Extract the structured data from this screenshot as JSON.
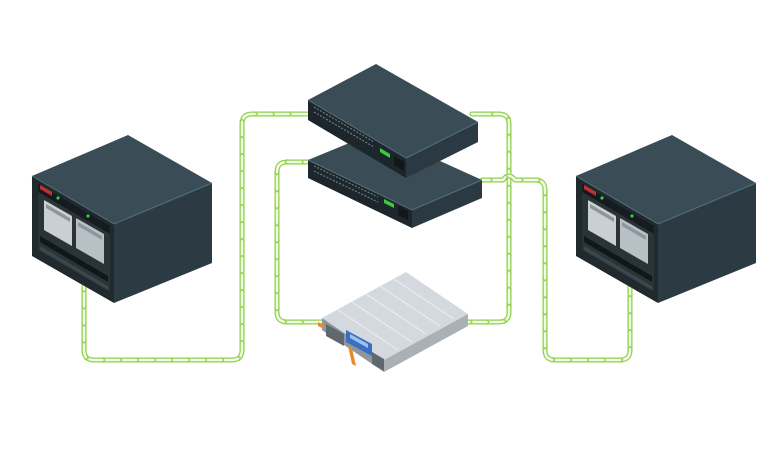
{
  "canvas": {
    "background": "#ffffff"
  },
  "colors": {
    "cable_outer": "#8fd24a",
    "cable_inner": "#f4fbe8",
    "device_top": "#3a4c56",
    "device_left": "#1d262b",
    "device_right": "#2b3a42",
    "led_green": "#3bcc3b",
    "badge_red": "#c0322a",
    "storage_top": "#d3d9de",
    "storage_side": "#9aa3aa",
    "storage_blue": "#3a6fc0",
    "storage_orange": "#e88a2e"
  },
  "devices": [
    {
      "id": "core-chassis-left",
      "kind": "modular chassis"
    },
    {
      "id": "switch-upper",
      "kind": "rack switch"
    },
    {
      "id": "switch-lower",
      "kind": "rack switch"
    },
    {
      "id": "storage-array",
      "kind": "storage enclosure"
    },
    {
      "id": "core-chassis-right",
      "kind": "modular chassis"
    }
  ],
  "links": [
    {
      "from": "core-chassis-left",
      "to": "switch-upper"
    },
    {
      "from": "switch-lower",
      "to": "storage-array"
    },
    {
      "from": "storage-array",
      "to": "switch-upper"
    },
    {
      "from": "switch-lower",
      "to": "core-chassis-right"
    }
  ],
  "icons": {
    "chassis": "network-chassis-icon",
    "switch": "rack-switch-icon",
    "storage": "storage-array-icon",
    "cable": "cable-link-icon"
  }
}
